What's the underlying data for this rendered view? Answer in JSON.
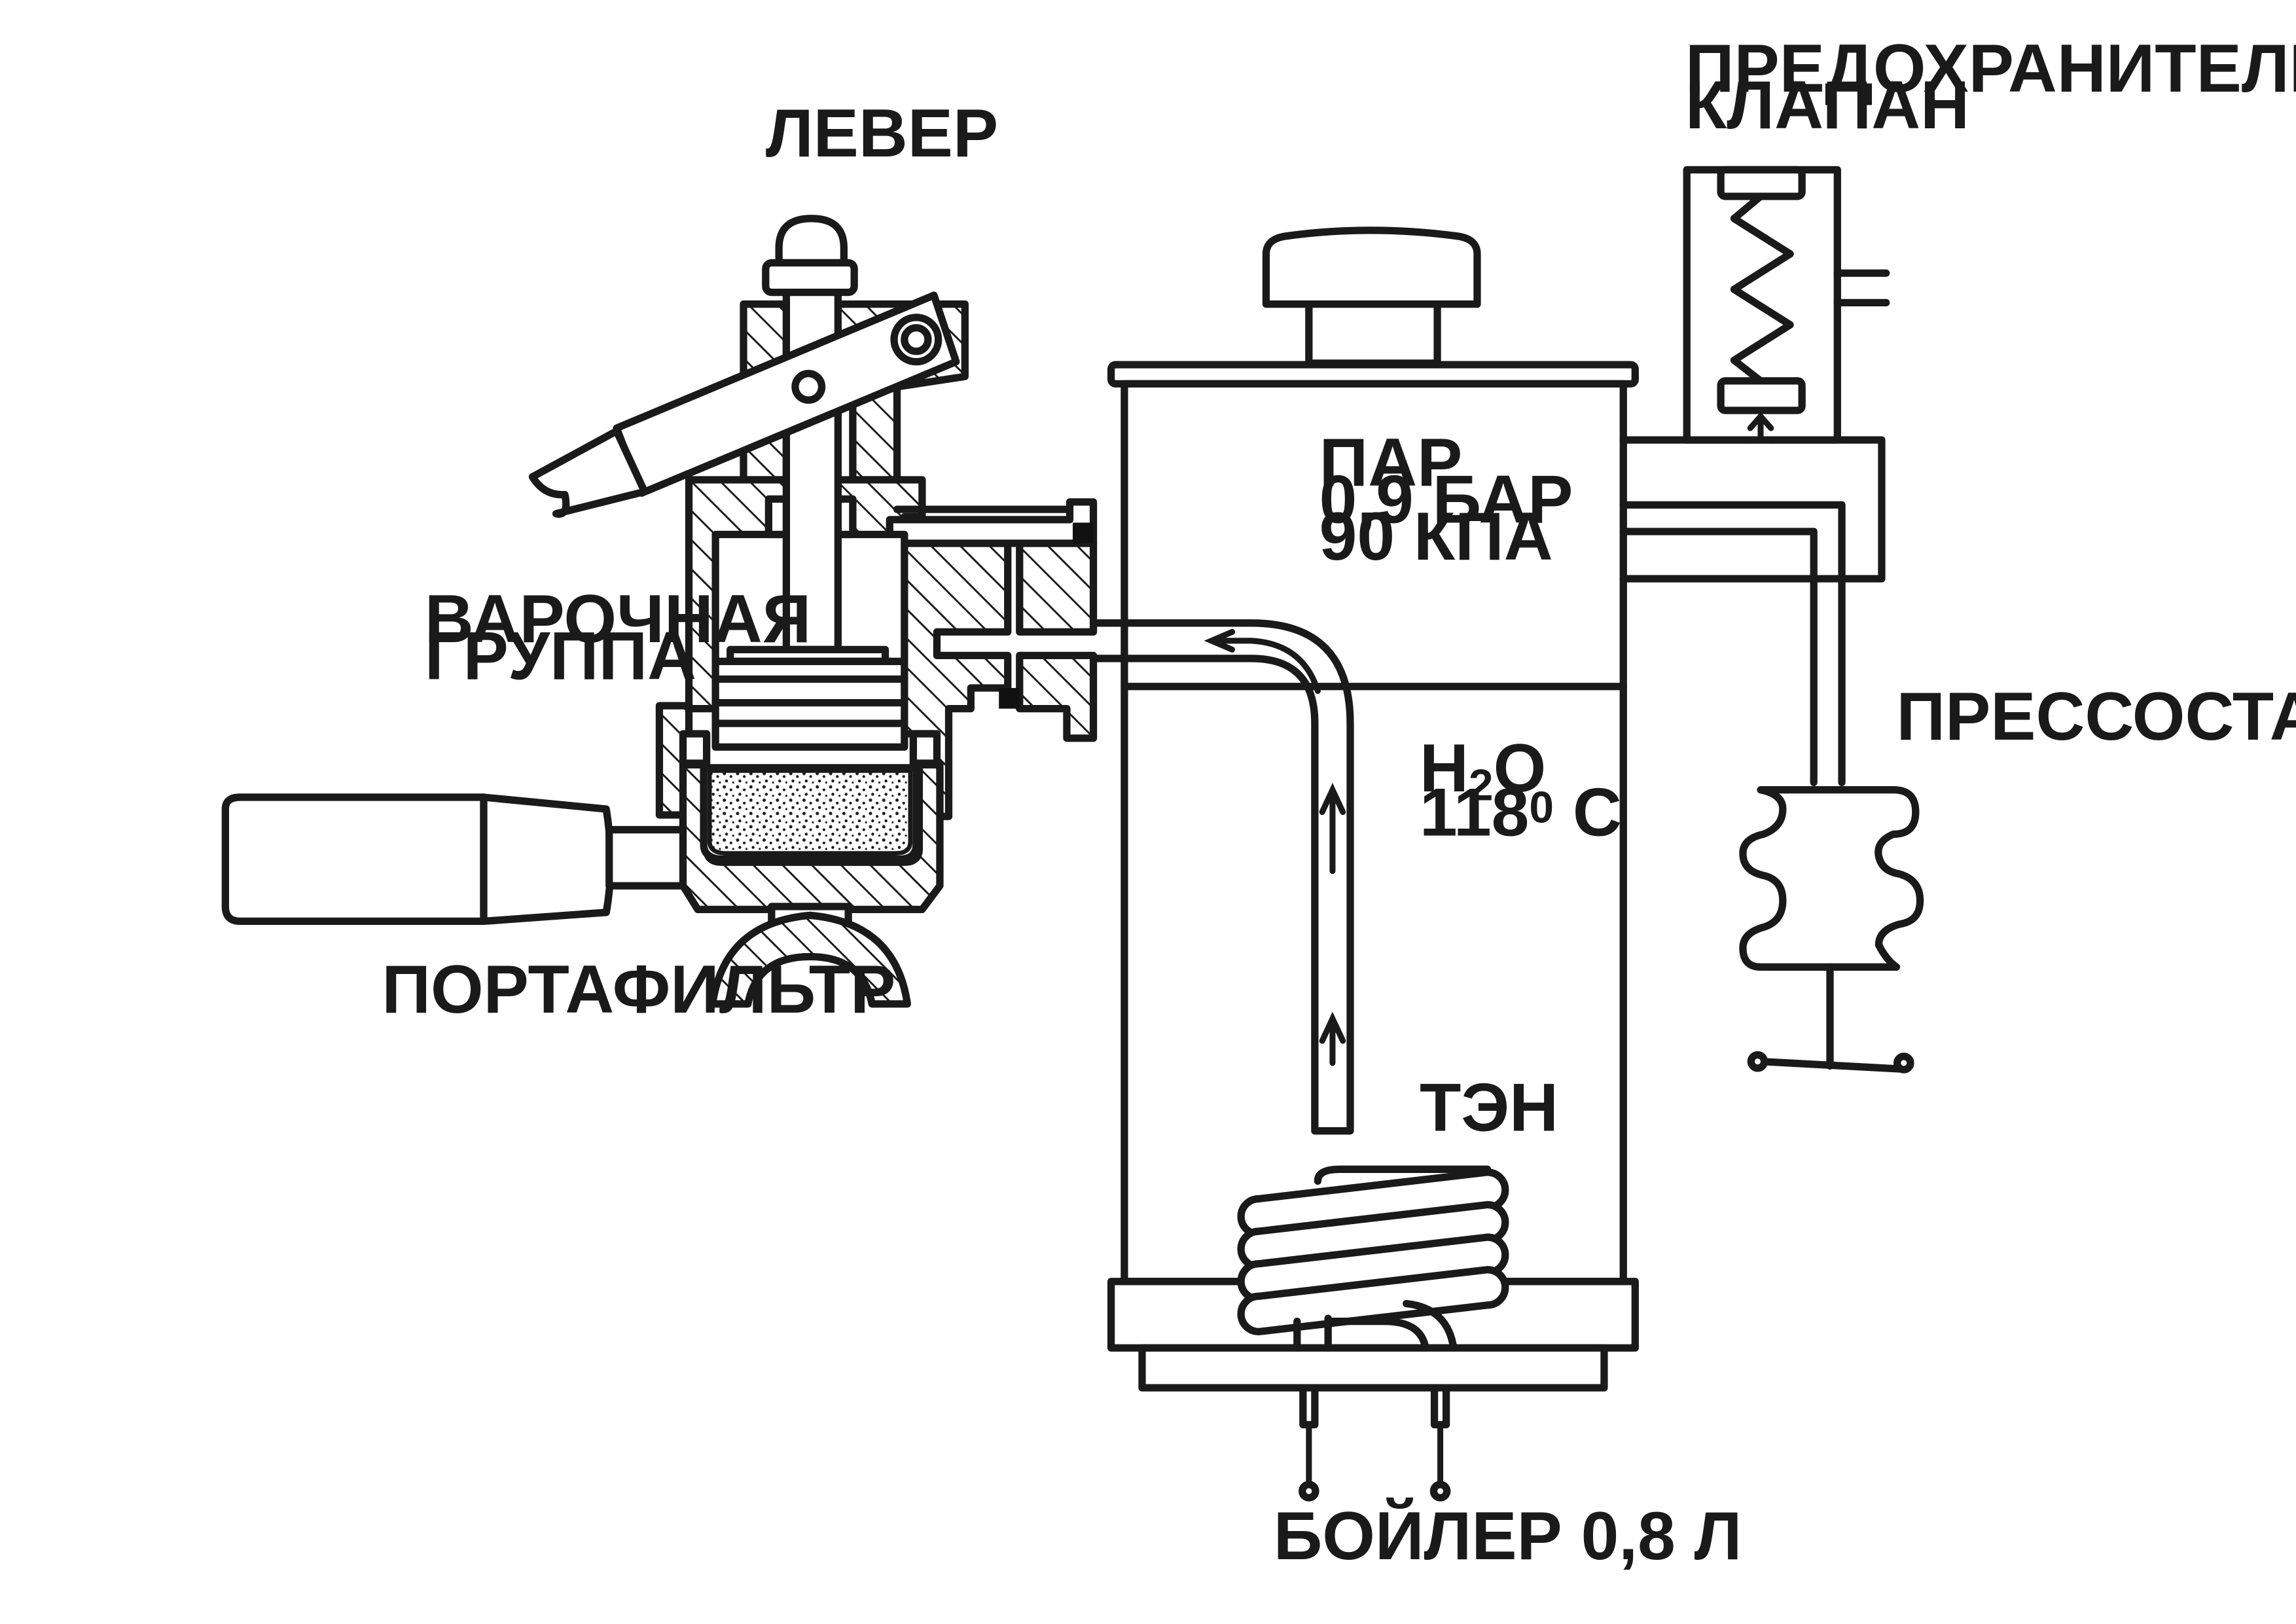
{
  "labels": {
    "lever": "ЛЕВЕР",
    "brew_group_line1": "ВАРОЧНАЯ",
    "brew_group_line2": "ГРУППА",
    "portafilter": "ПОРТАФИЛЬТР",
    "steam_line1": "ПАР",
    "steam_line2": "0,9 БАР",
    "steam_line3": "90 КПА",
    "water_main": "H",
    "water_sub": "2",
    "water_tail": "O",
    "temp_main": "118",
    "temp_sup": "0",
    "temp_tail": " С",
    "heater": "ТЭН",
    "boiler": "БОЙЛЕР 0,8 Л",
    "safety_valve_line1": "ПРЕДОХРАНИТЕЛЬНЫЙ",
    "safety_valve_line2": "КЛАПАН",
    "pressurestat": "ПРЕССОСТАТ"
  },
  "colors": {
    "line": "#1a1a1a",
    "background": "#ffffff"
  }
}
